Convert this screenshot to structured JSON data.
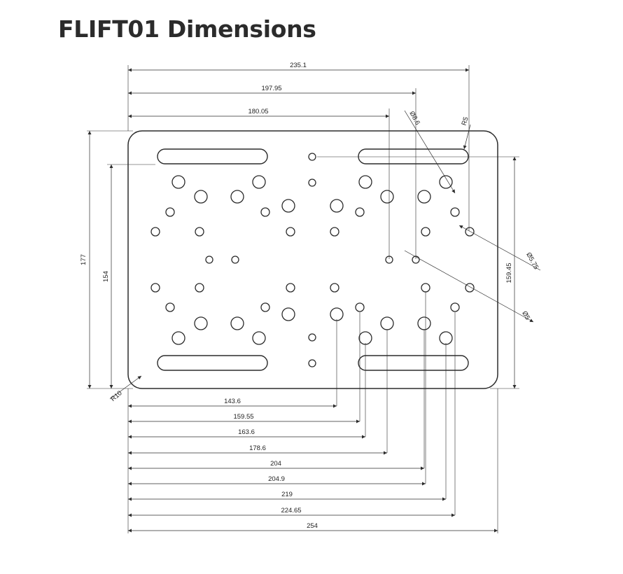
{
  "page": {
    "title": "FLIFT01 Dimensions",
    "colors": {
      "line": "#2b2b2b",
      "text": "#222222",
      "background": "#ffffff"
    }
  },
  "dimensions": {
    "top": [
      "235.1",
      "197.95",
      "180.05"
    ],
    "left": [
      "177",
      "154"
    ],
    "right": "159.45",
    "bottom": [
      "143.6",
      "159.55",
      "163.6",
      "178.6",
      "204",
      "204.9",
      "219",
      "224.65",
      "254"
    ],
    "callouts": {
      "hole_large": "Ø8.6",
      "slot_radius": "R5",
      "hole_medium": "Ø5.75",
      "hole_small": "Ø5",
      "corner_radius": "R10"
    }
  }
}
